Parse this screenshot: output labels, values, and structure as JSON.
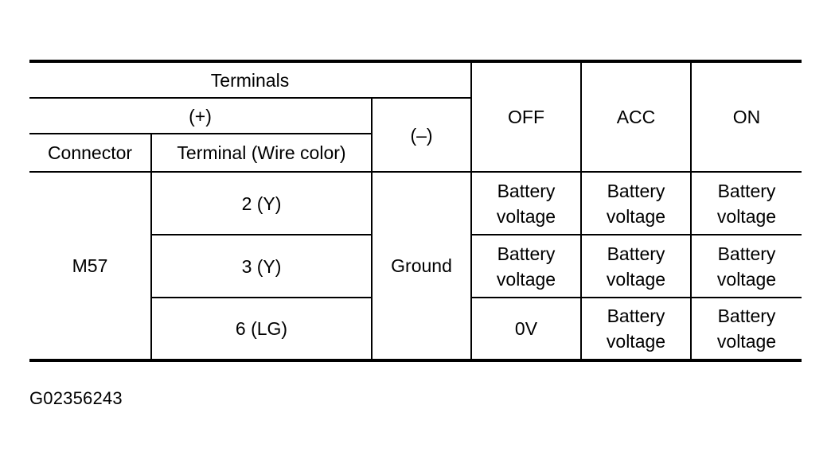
{
  "table": {
    "headers": {
      "terminals": "Terminals",
      "plus": "(+)",
      "minus": "(–)",
      "connector": "Connector",
      "terminal_wire": "Terminal (Wire color)",
      "off": "OFF",
      "acc": "ACC",
      "on": "ON"
    },
    "connector": "M57",
    "ground": "Ground",
    "rows": [
      {
        "terminal": "2 (Y)",
        "off": [
          "Battery",
          "voltage"
        ],
        "acc": [
          "Battery",
          "voltage"
        ],
        "on": [
          "Battery",
          "voltage"
        ]
      },
      {
        "terminal": "3 (Y)",
        "off": [
          "Battery",
          "voltage"
        ],
        "acc": [
          "Battery",
          "voltage"
        ],
        "on": [
          "Battery",
          "voltage"
        ]
      },
      {
        "terminal": "6 (LG)",
        "off": [
          "0V"
        ],
        "acc": [
          "Battery",
          "voltage"
        ],
        "on": [
          "Battery",
          "voltage"
        ]
      }
    ]
  },
  "figure_code": "G02356243"
}
